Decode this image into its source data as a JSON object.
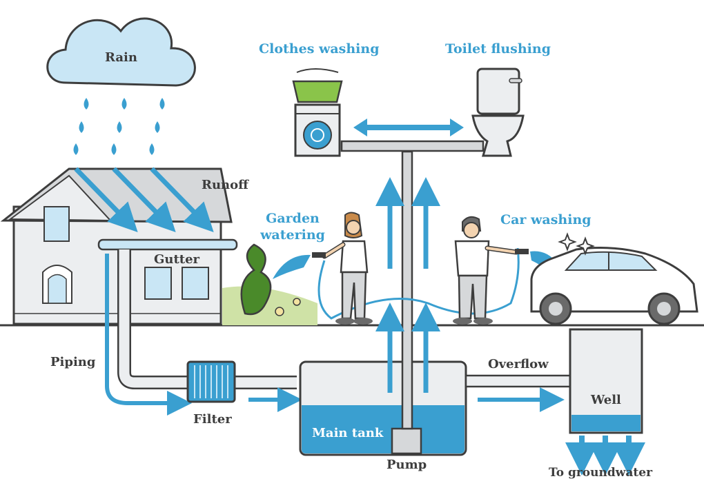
{
  "labels": {
    "rain": "Rain",
    "clothes_washing": "Clothes washing",
    "toilet_flushing": "Toilet flushing",
    "runoff": "Runoff",
    "garden_watering": "Garden\nwatering",
    "car_washing": "Car washing",
    "gutter": "Gutter",
    "piping": "Piping",
    "filter": "Filter",
    "overflow": "Overflow",
    "well": "Well",
    "main_tank": "Main tank",
    "pump": "Pump",
    "to_groundwater": "To groundwater"
  },
  "colors": {
    "water_blue": "#3a9fd0",
    "water_light": "#c9e6f5",
    "outline": "#3d3d3d",
    "pipe_gray": "#d6d8da",
    "wall_gray": "#eceef0",
    "plant_green": "#4a8a2a",
    "grass_green": "#cfe2a6"
  },
  "icons": [
    "cloud-icon",
    "raindrop-icon",
    "house-icon",
    "washing-machine-icon",
    "laundry-basket-icon",
    "toilet-icon",
    "woman-figure-icon",
    "man-figure-icon",
    "car-icon",
    "bush-icon",
    "filter-icon",
    "tank-icon",
    "well-icon",
    "pump-icon",
    "arrow-icon",
    "sparkle-icon"
  ]
}
